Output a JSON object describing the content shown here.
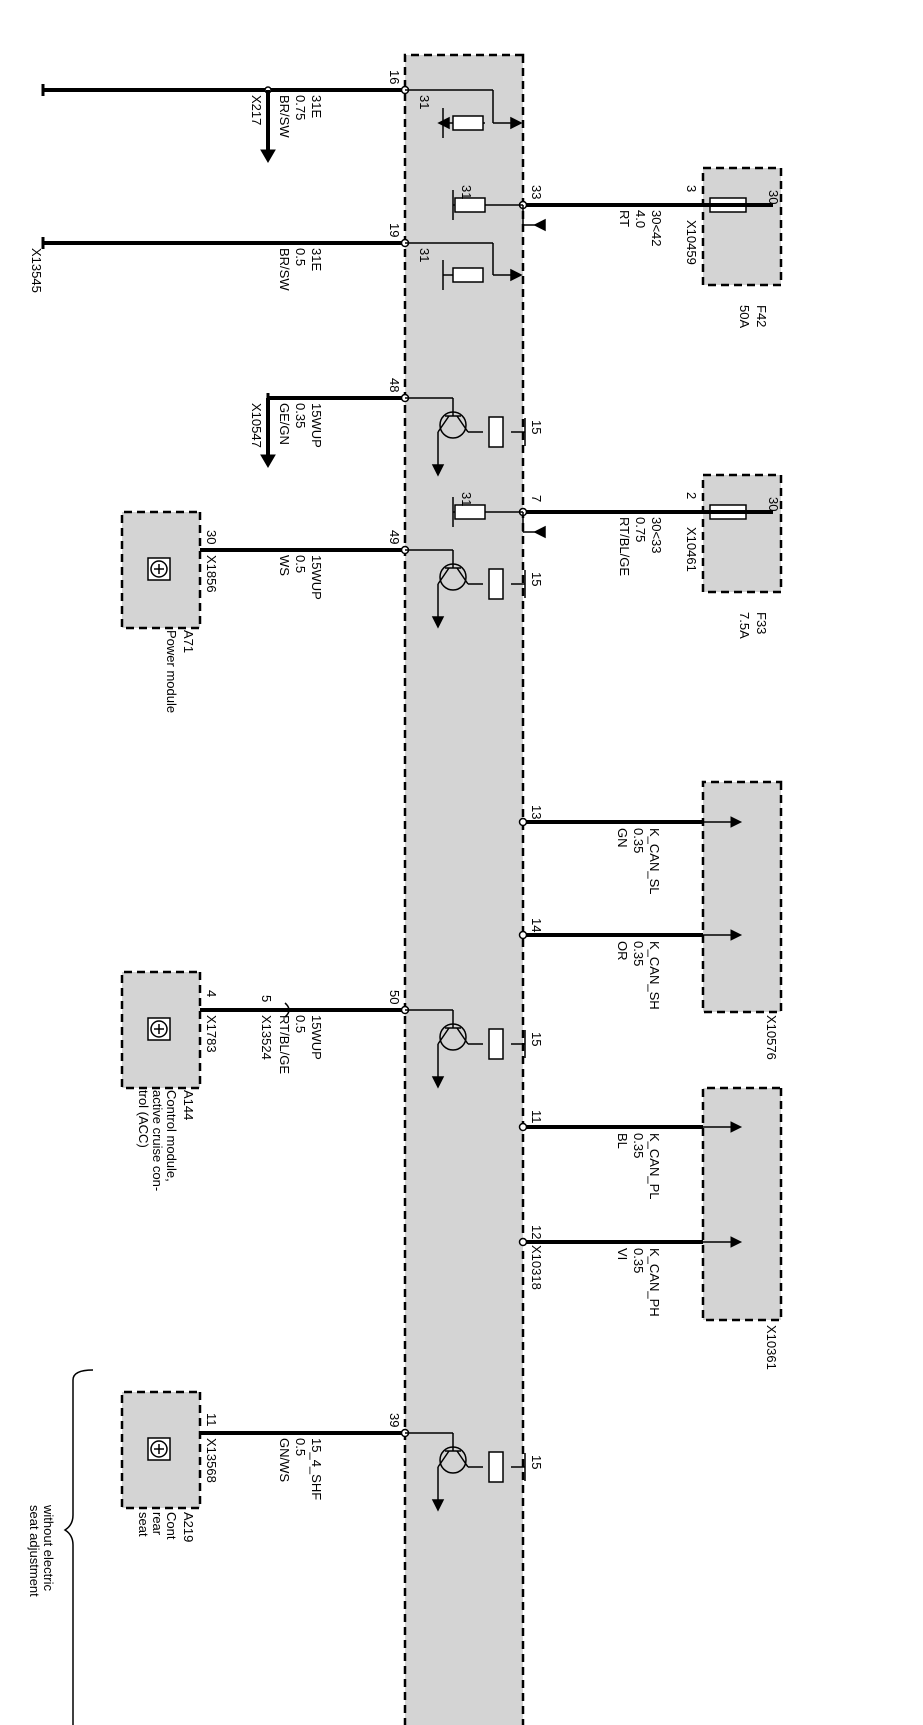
{
  "rails": [
    {
      "pin": "16",
      "l1": "31E",
      "l2": "0.75",
      "l3": "BR/SW",
      "end": "X217"
    },
    {
      "pin": "19",
      "l1": "31E",
      "l2": "0.5",
      "l3": "BR/SW",
      "end": "X13545"
    },
    {
      "pin": "48",
      "l1": "15WUP",
      "l2": "0.35",
      "l3": "GE/GN",
      "end": "X10547"
    },
    {
      "pin": "49",
      "l1": "15WUP",
      "l2": "0.5",
      "l3": "WS",
      "end": "X1856",
      "end_pin": "30"
    },
    {
      "pin": "50",
      "l1": "15WUP",
      "l2": "0.5",
      "l3": "RT/BL/GE",
      "mid": "X13524",
      "mid_pin": "5",
      "end": "X1783",
      "end_pin": "4"
    },
    {
      "pin": "39",
      "l1": "15_4_SHF",
      "l2": "0.5",
      "l3": "GN/WS",
      "end": "X13568",
      "end_pin": "11"
    }
  ],
  "ground_small": [
    "31",
    "31"
  ],
  "ground_labels": [
    "31",
    "31"
  ],
  "transistor_labels": [
    "15",
    "15",
    "15",
    "15"
  ],
  "fuses": [
    {
      "name": "F42",
      "rating": "50A",
      "in": "30",
      "pin": "3",
      "conn": "X10459",
      "wire1": "30<42",
      "wire2": "4.0",
      "wire3": "RT",
      "module_pin": "33"
    },
    {
      "name": "F33",
      "rating": "7.5A",
      "in": "30",
      "pin": "2",
      "conn": "X10461",
      "wire1": "30<33",
      "wire2": "0.75",
      "wire3": "RT/BL/GE",
      "module_pin": "7"
    }
  ],
  "can": [
    {
      "pin": "13",
      "l1": "K_CAN_SL",
      "l2": "0.35",
      "l3": "GN"
    },
    {
      "pin": "14",
      "l1": "K_CAN_SH",
      "l2": "0.35",
      "l3": "OR"
    },
    {
      "pin": "11",
      "l1": "K_CAN_PL",
      "l2": "0.35",
      "l3": "BL"
    },
    {
      "pin": "12",
      "l1": "K_CAN_PH",
      "l2": "0.35",
      "l3": "VI"
    }
  ],
  "can_conns": [
    "X10576",
    "X10361",
    "X10318"
  ],
  "modules": [
    {
      "id": "A71",
      "desc": "Power module"
    },
    {
      "id": "A144",
      "desc": "Control module,\nactive cruise con-\ntrol (ACC)"
    },
    {
      "id": "A219",
      "desc": "Cont\nrear\nseat"
    }
  ],
  "note": "without electric\nseat adjustment"
}
